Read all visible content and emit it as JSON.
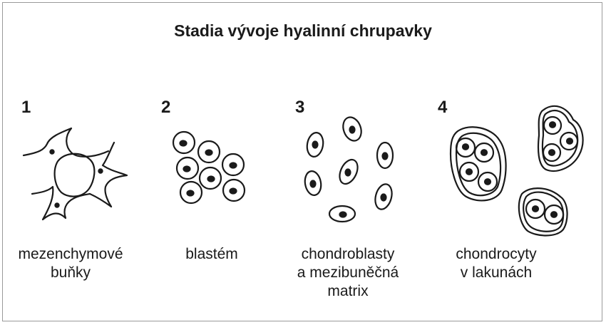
{
  "title": "Stadia vývoje hyalinní chrupavky",
  "stages": [
    {
      "number": "1",
      "label": [
        "mezenchymové",
        "buňky"
      ]
    },
    {
      "number": "2",
      "label": [
        "blastém"
      ]
    },
    {
      "number": "3",
      "label": [
        "chondroblasty",
        "a mezibuněčná",
        "matrix"
      ]
    },
    {
      "number": "4",
      "label": [
        "chondrocyty",
        "v lakunách"
      ]
    }
  ],
  "colors": {
    "stroke": "#1a1a1a",
    "frame": "#9a9a9a"
  }
}
